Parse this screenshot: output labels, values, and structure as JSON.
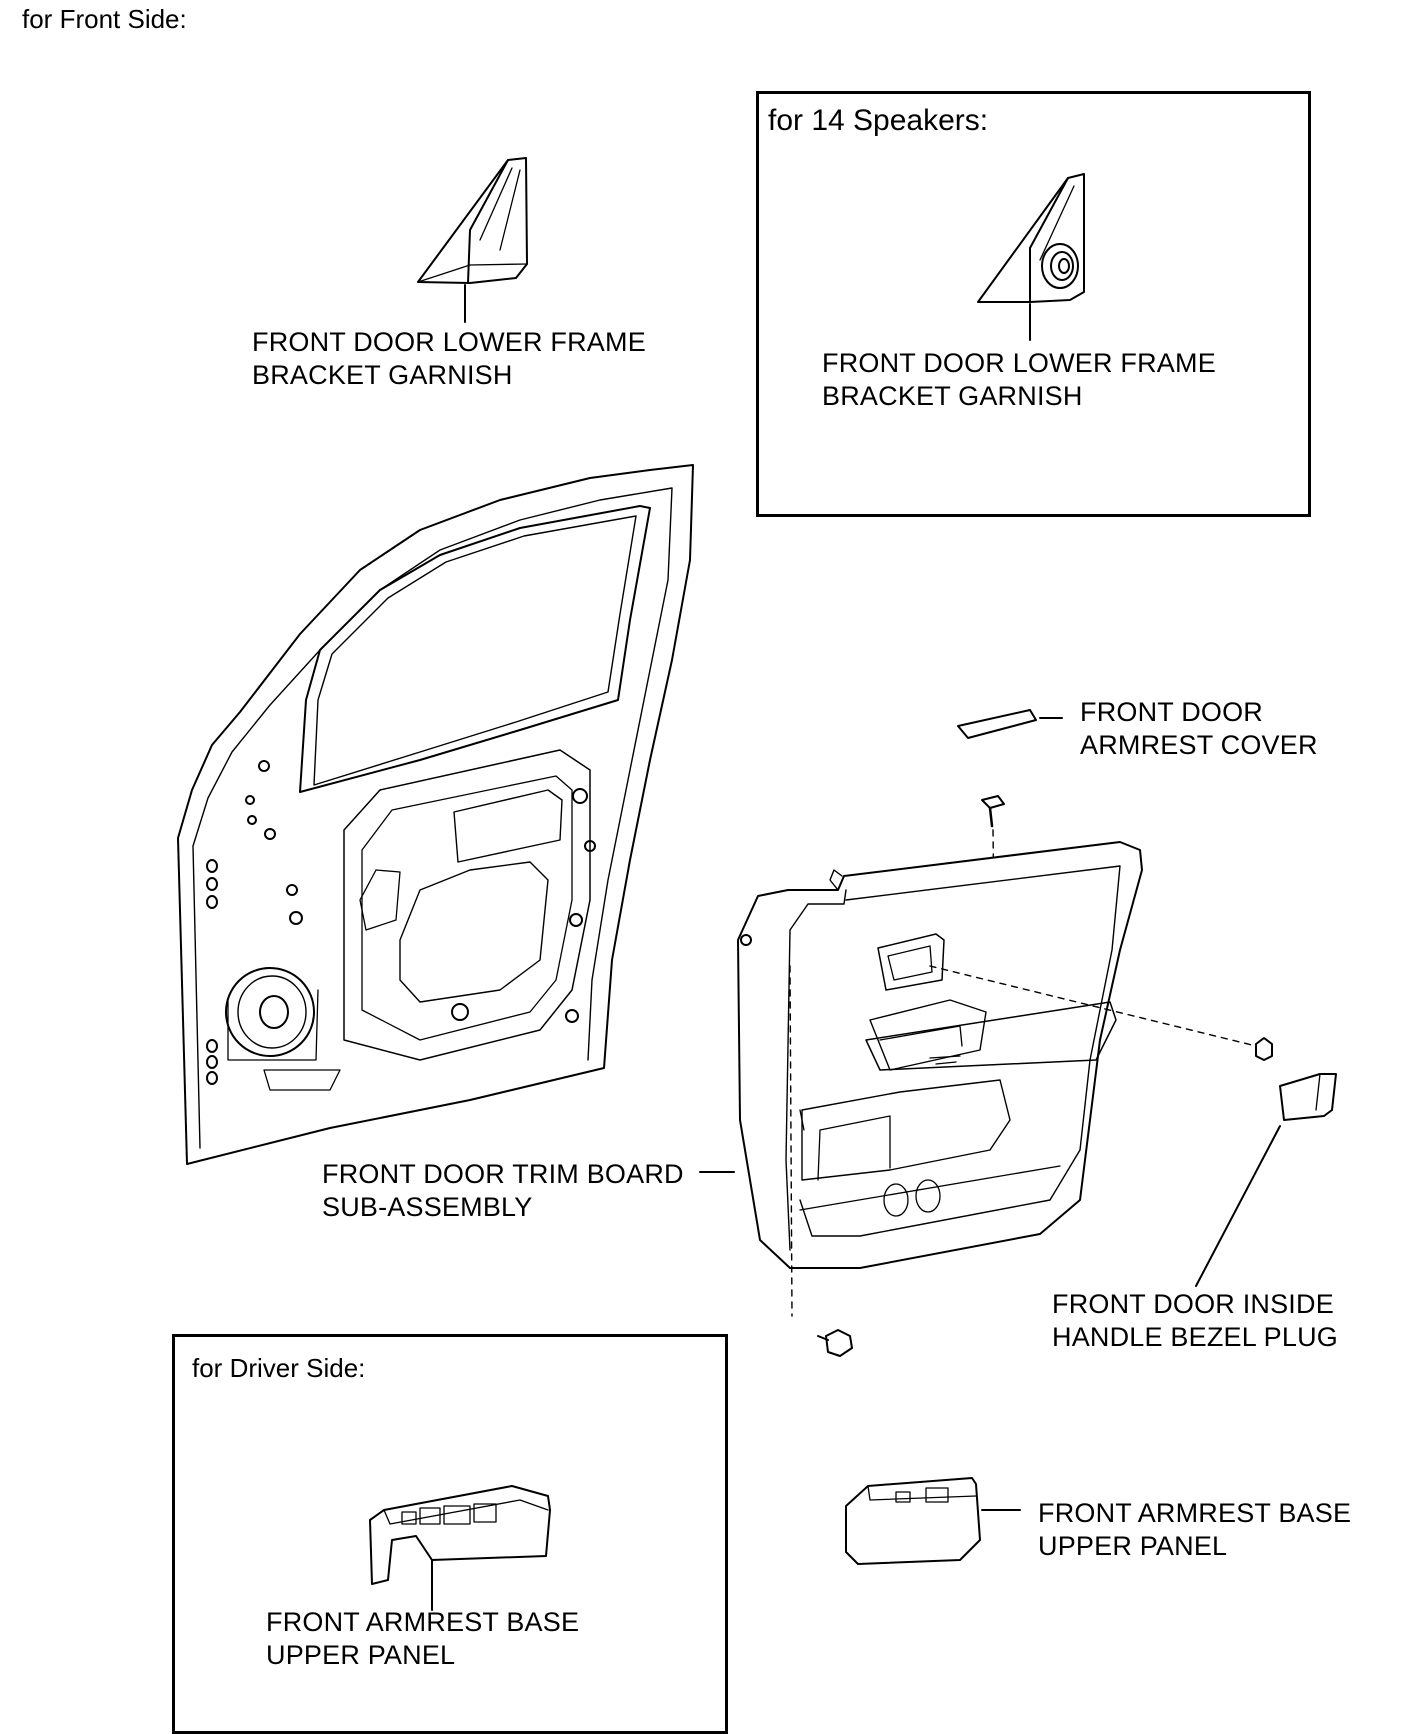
{
  "headers": {
    "front_side": "for Front Side:",
    "speakers": "for 14 Speakers:",
    "driver_side": "for Driver Side:"
  },
  "labels": {
    "garnish_main": [
      "FRONT DOOR LOWER FRAME",
      "BRACKET GARNISH"
    ],
    "garnish_speaker": [
      "FRONT DOOR LOWER FRAME",
      "BRACKET GARNISH"
    ],
    "armrest_cover": [
      "FRONT DOOR",
      "ARMREST COVER"
    ],
    "trim_board": [
      "FRONT DOOR TRIM BOARD",
      "SUB-ASSEMBLY"
    ],
    "bezel_plug": [
      "FRONT DOOR INSIDE",
      "HANDLE BEZEL PLUG"
    ],
    "upper_panel_driver": [
      "FRONT ARMREST BASE",
      "UPPER PANEL"
    ],
    "upper_panel": [
      "FRONT ARMREST BASE",
      "UPPER PANEL"
    ]
  }
}
